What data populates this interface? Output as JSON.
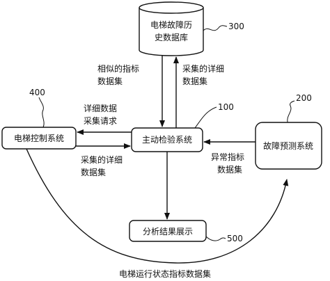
{
  "nodes": {
    "db": {
      "line1": "电梯故障历",
      "line2": "史数据库",
      "ref": "300"
    },
    "elevator_control": {
      "label": "电梯控制系统",
      "ref": "400"
    },
    "active_inspection": {
      "label": "主动检验系统",
      "ref": "100"
    },
    "fault_prediction": {
      "label": "故障预测系统",
      "ref": "200"
    },
    "analysis_display": {
      "label": "分析结果展示",
      "ref": "500"
    }
  },
  "edges": {
    "similar_indicators": {
      "line1": "相似的指标",
      "line2": "数据集"
    },
    "collected_detail_from_db": {
      "line1": "采集的详细",
      "line2": "数据集"
    },
    "detail_request": {
      "line1": "详细数据",
      "line2": "采集请求"
    },
    "collected_detail_from_control": {
      "line1": "采集的详细",
      "line2": "数据集"
    },
    "abnormal_indicators": {
      "line1": "异常指标",
      "line2": "数据集"
    },
    "runtime_indicators": {
      "label": "电梯运行状态指标数据集"
    }
  }
}
